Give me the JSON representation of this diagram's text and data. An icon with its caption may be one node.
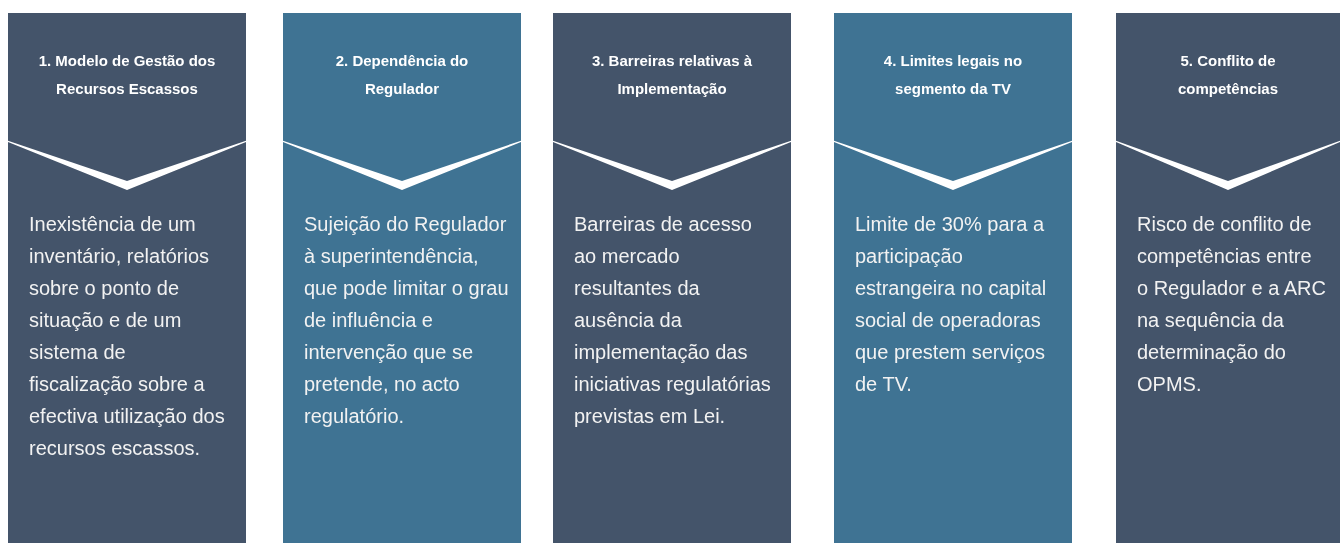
{
  "diagram": {
    "nodes": [
      {
        "text": [
          "1. Modelo de Gestão dos Recursos Escassos"
        ]
      },
      {
        "text": [
          "Inexistência de um inventário, relatórios sobre o ponto de situação e de um sistema de fiscalização sobre a efectiva utilização dos recursos escassos."
        ]
      },
      {
        "text": [
          "2. Dependência do Regulador"
        ]
      },
      {
        "text": [
          "Sujeição do Regulador à superintendência, que pode limitar o grau de influência e intervenção que se pretende, no acto regulatório."
        ]
      },
      {
        "text": [
          "3. Barreiras relativas à Implementação"
        ]
      },
      {
        "text": [
          "Barreiras de acesso ao mercado resultantes da ausência da implementação das iniciativas regulatórias previstas em Lei."
        ]
      },
      {
        "text": [
          "4. Limites legais no segmento da TV"
        ]
      },
      {
        "text": [
          "Limite de 30% para a participação estrangeira no capital social de operadoras que prestem serviços de TV."
        ]
      },
      {
        "text": [
          "5. Conflito de competências"
        ]
      },
      {
        "text": [
          "Risco de conflito de competências entre o Regulador e a ARC na sequência da determinação do OPMS."
        ]
      }
    ]
  }
}
